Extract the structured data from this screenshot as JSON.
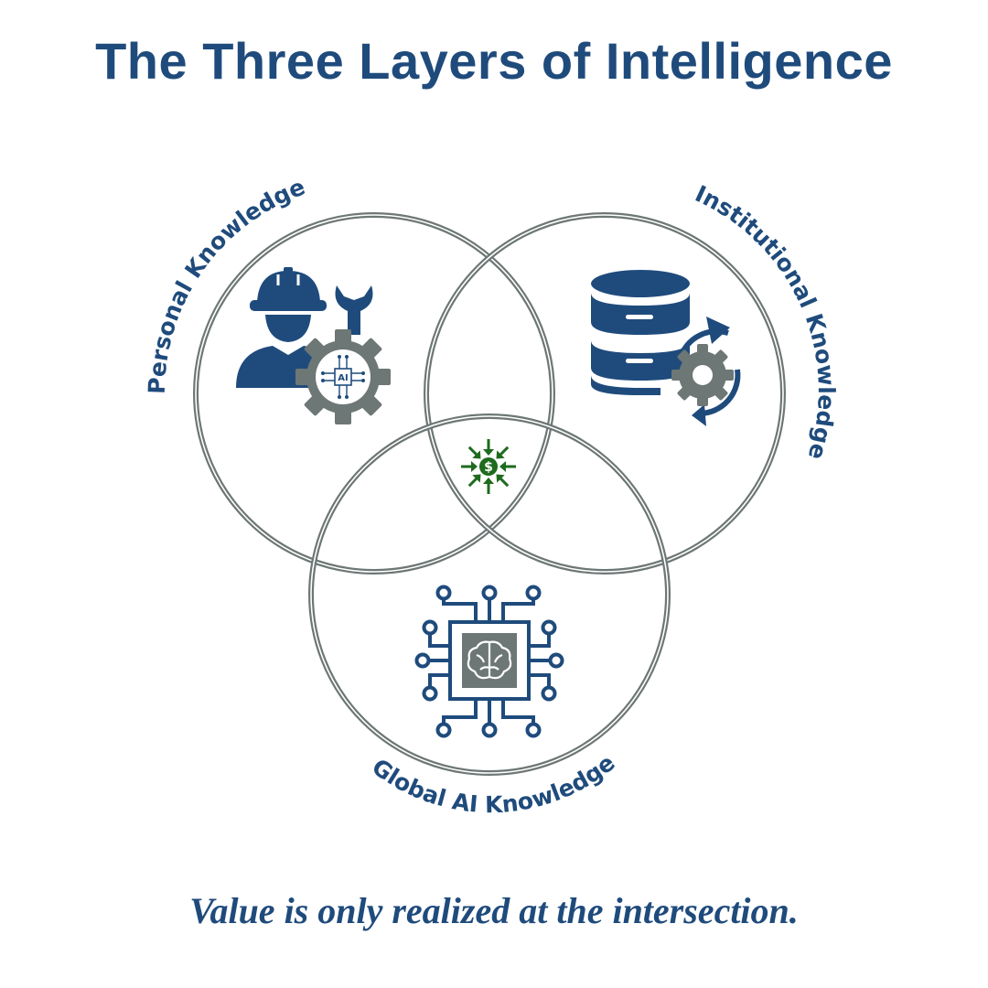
{
  "title": "The Three Layers of Intelligence",
  "caption": "Value is only realized at the intersection.",
  "circles": [
    {
      "label": "Personal Knowledge",
      "icon": "worker-with-ai-gear-icon"
    },
    {
      "label": "Institutional Knowledge",
      "icon": "database-sync-icon"
    },
    {
      "label": "Global AI Knowledge",
      "icon": "ai-chip-brain-icon"
    }
  ],
  "intersection": {
    "icon": "dollar-converging-arrows-icon"
  },
  "ai_chip_text": "AI",
  "colors": {
    "navy": "#1f4b7c",
    "gray": "#6d7775",
    "green": "#1e6b1e"
  }
}
